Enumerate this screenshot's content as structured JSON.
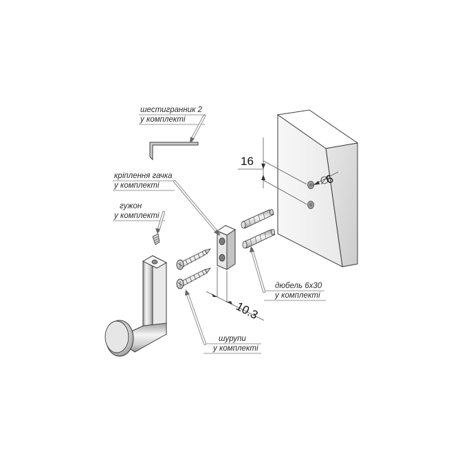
{
  "labels": {
    "hex_key": "шестигранник 2",
    "hex_key_sub": "у комплекті",
    "hook_mount": "кріплення гачка",
    "hook_mount_sub": "у комплекті",
    "set_screw": "гужон",
    "set_screw_sub": "у комплекті",
    "dowel": "дюбель 6x30",
    "dowel_sub": "у комплекті",
    "screws": "шурупи",
    "screws_sub": "у комплекті"
  },
  "dimensions": {
    "hole_spacing": "16",
    "hole_diameter": "6",
    "mount_depth": "10.3"
  },
  "colors": {
    "line": "#3a3a3a",
    "wall_front": "#d9d9d9",
    "wall_side": "#f4f4f4",
    "metal_light": "#f2f2f2",
    "metal_mid": "#cfcfcf",
    "metal_dark": "#9a9a9a"
  }
}
